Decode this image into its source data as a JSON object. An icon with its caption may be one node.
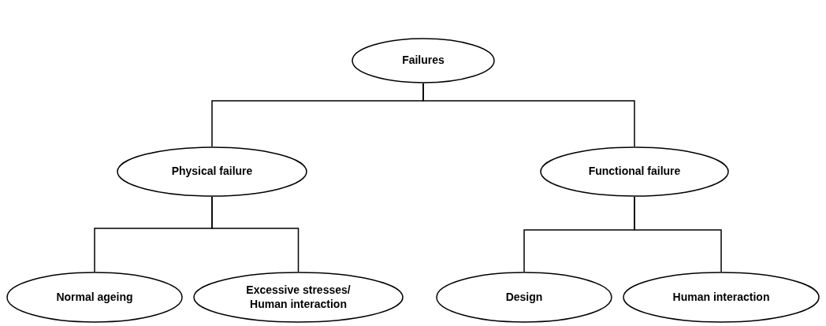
{
  "diagram": {
    "nodes": [
      {
        "text": [
          "Failures"
        ]
      },
      {
        "text": [
          "Physical failure"
        ]
      },
      {
        "text": [
          "Functional failure"
        ]
      },
      {
        "text": [
          "Normal ageing"
        ]
      },
      {
        "text": [
          "Excessive stresses/ Human interaction"
        ]
      },
      {
        "text": [
          "Design"
        ]
      },
      {
        "text": [
          "Human interaction"
        ]
      }
    ],
    "edges": [
      {
        "from": 0,
        "to": 1,
        "arrow": "none"
      },
      {
        "from": 0,
        "to": 2,
        "arrow": "none"
      },
      {
        "from": 1,
        "to": 3,
        "arrow": "none"
      },
      {
        "from": 1,
        "to": 4,
        "arrow": "none"
      },
      {
        "from": 2,
        "to": 5,
        "arrow": "none"
      },
      {
        "from": 2,
        "to": 6,
        "arrow": "none"
      }
    ]
  }
}
